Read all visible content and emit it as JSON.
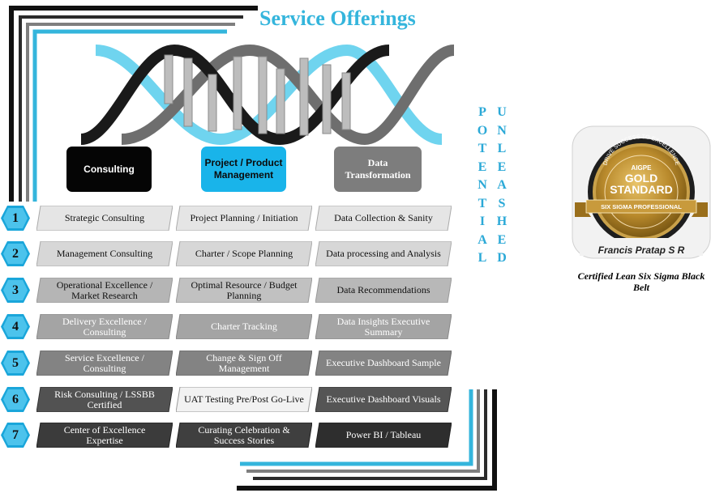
{
  "title": "Service Offerings",
  "columns": [
    {
      "header": "Consulting",
      "items": [
        "Strategic Consulting",
        "Management Consulting",
        "Operational Excellence / Market Research",
        "Delivery Excellence  / Consulting",
        "Service Excellence  / Consulting",
        "Risk Consulting / LSSBB Certified",
        "Center of Excellence  Expertise"
      ]
    },
    {
      "header": "Project / Product Management",
      "items": [
        "Project Planning / Initiation",
        "Charter / Scope Planning",
        "Optimal Resource / Budget Planning",
        "Charter Tracking",
        "Change & Sign Off Management",
        "UAT Testing Pre/Post Go-Live",
        "Curating Celebration & Success Stories"
      ]
    },
    {
      "header": "Data Transformation",
      "items": [
        "Data Collection & Sanity",
        "Data processing and Analysis",
        "Data Recommendations",
        "Data Insights Executive Summary",
        "Executive Dashboard Sample",
        "Executive Dashboard Visuals",
        "Power BI / Tableau"
      ]
    }
  ],
  "row_numbers": [
    "1",
    "2",
    "3",
    "4",
    "5",
    "6",
    "7"
  ],
  "vertical_words": [
    "POTENTIAL",
    "UNLEASHED"
  ],
  "badge": {
    "arc_text": "DRIVE SUCCESS TO EXCELLENCE",
    "org": "AIGPE",
    "line1": "GOLD",
    "line2": "STANDARD",
    "ribbon": "SIX SIGMA PROFESSIONAL",
    "name": "Francis Pratap S R"
  },
  "caption": "Certified Lean Six Sigma Black Belt",
  "colors": {
    "accent": "#34b5dc",
    "black": "#050505",
    "blue": "#19b4ea",
    "gray": "#7d7d7d",
    "gold": "#b98a2c"
  }
}
